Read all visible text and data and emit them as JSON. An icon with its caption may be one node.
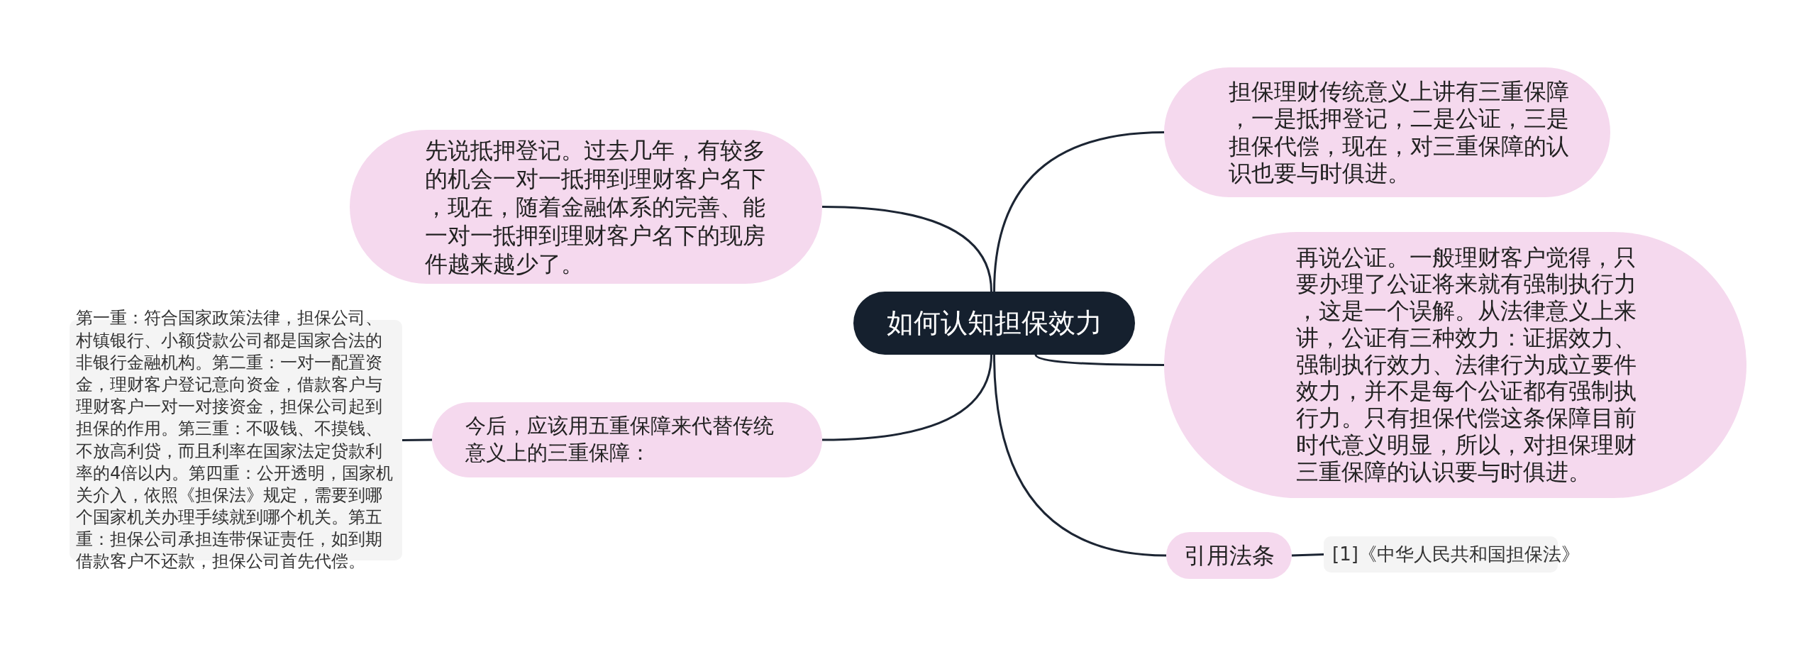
{
  "diagram": {
    "nodes": [
      {
        "text": [
          "如何认知担保效力"
        ]
      },
      {
        "text": [
          "先说抵押登记。过去几年，有较多的机会一对一抵押到理财客户名下，现在，随着金融体系的完善、能一对一抵押到理财客户名下的现房件越来越少了。"
        ]
      },
      {
        "text": [
          "今后，应该用五重保障来代替传统意义上的三重保障："
        ]
      },
      {
        "text": [
          "第一重：符合国家政策法律，担保公司、村镇银行、小额贷款公司都是国家合法的非银行金融机构。第二重：一对一配置资金，理财客户登记意向资金，借款客户与理财客户一对一对接资金，担保公司起到担保的作用。第三重：不吸钱、不摸钱、不放高利贷，而且利率在国家法定贷款利率的4倍以内。第四重：公开透明，国家机关介入，依照《担保法》规定，需要到哪个国家机关办理手续就到哪个机关。第五重：担保公司承担连带保证责任，如到期借款客户不还款，担保公司首先代偿。"
        ]
      },
      {
        "text": [
          "担保理财传统意义上讲有三重保障，一是抵押登记，二是公证，三是担保代偿，现在，对三重保障的认识也要与时俱进。"
        ]
      },
      {
        "text": [
          "再说公证。一般理财客户觉得，只要办理了公证将来就有强制执行力，这是一个误解。从法律意义上来讲，公证有三种效力：证据效力、强制执行效力、法律行为成立要件效力，并不是每个公证都有强制执行力。只有担保代偿这条保障目前时代意义明显，所以，对担保理财三重保障的认识要与时俱进。"
        ]
      },
      {
        "text": [
          "引用法条"
        ]
      },
      {
        "text": [
          "[1]《中华人民共和国担保法》"
        ]
      }
    ],
    "edges": [
      {
        "from": 0,
        "to": 1,
        "arrow": "none"
      },
      {
        "from": 0,
        "to": 2,
        "arrow": "none"
      },
      {
        "from": 2,
        "to": 3,
        "arrow": "none"
      },
      {
        "from": 0,
        "to": 4,
        "arrow": "none"
      },
      {
        "from": 0,
        "to": 5,
        "arrow": "none"
      },
      {
        "from": 0,
        "to": 6,
        "arrow": "none"
      },
      {
        "from": 6,
        "to": 7,
        "arrow": "none"
      }
    ]
  }
}
